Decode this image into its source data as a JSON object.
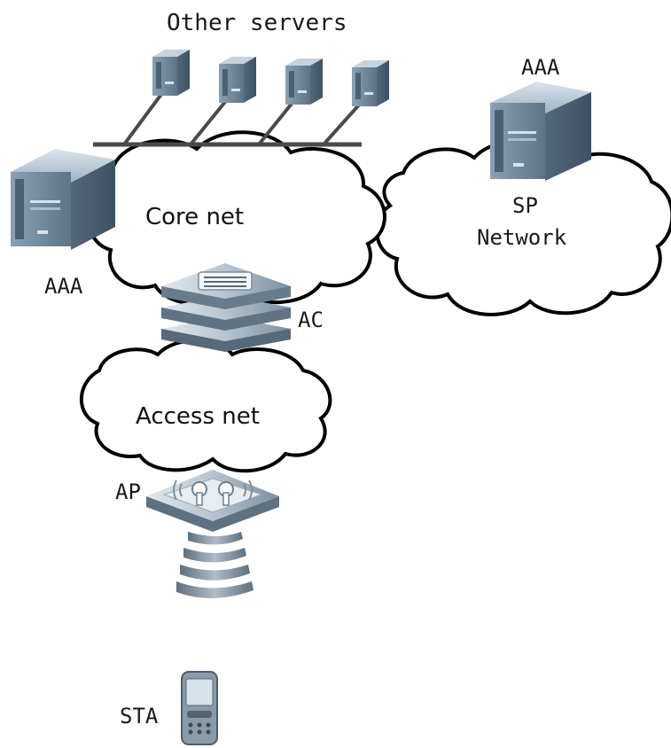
{
  "labels": {
    "other_servers": "Other servers",
    "core_net": "Core net",
    "sp": "SP",
    "network": "Network",
    "aaa_left": "AAA",
    "aaa_right": "AAA",
    "ac": "AC",
    "access_net": "Access net",
    "ap": "AP",
    "sta": "STA"
  },
  "colors": {
    "device_light": "#b9c9d6",
    "device_mid": "#7d94a8",
    "device_dark": "#4c6275",
    "bus_line": "#4a4a4a",
    "cloud_stroke": "#000000"
  }
}
